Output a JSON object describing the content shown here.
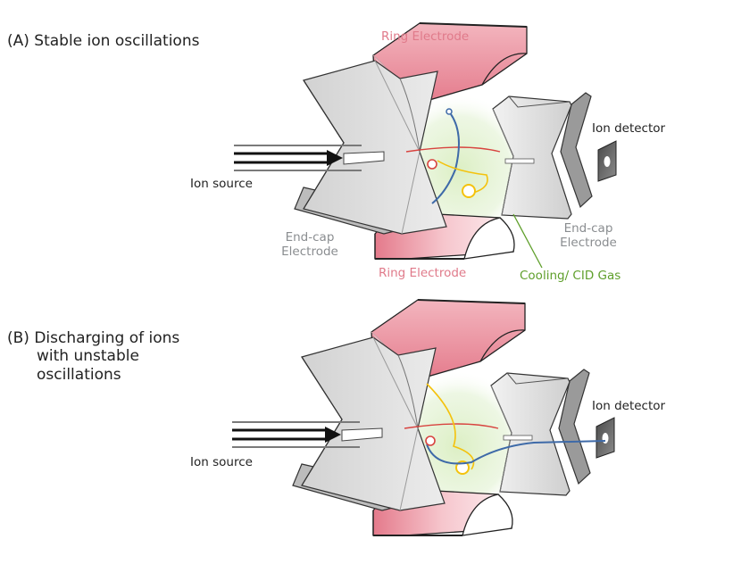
{
  "panel_a": {
    "title": "(A) Stable ion oscillations",
    "ring_top": "Ring Electrode",
    "ring_bottom": "Ring Electrode",
    "ion_detector": "Ion detector",
    "ion_source": "Ion source",
    "endcap_left": [
      "End-cap",
      "Electrode"
    ],
    "endcap_right": [
      "End-cap",
      "Electrode"
    ],
    "gas": "Cooling/ CID Gas"
  },
  "panel_b": {
    "title": [
      "(B) Discharging of ions",
      "with unstable",
      "oscillations"
    ],
    "ion_detector": "Ion detector",
    "ion_source": "Ion source"
  },
  "colors": {
    "electrode_grey": "#d6d6d6",
    "ring_pink": "#ec8f9d",
    "gas_green": "#d9ecc0",
    "trajectory_blue": "#3e6aa8",
    "ion_yellow": "#f4c20d",
    "trajectory_red": "#d8433f",
    "label_pink": "#e07a8a",
    "label_green": "#5f9f2b"
  }
}
